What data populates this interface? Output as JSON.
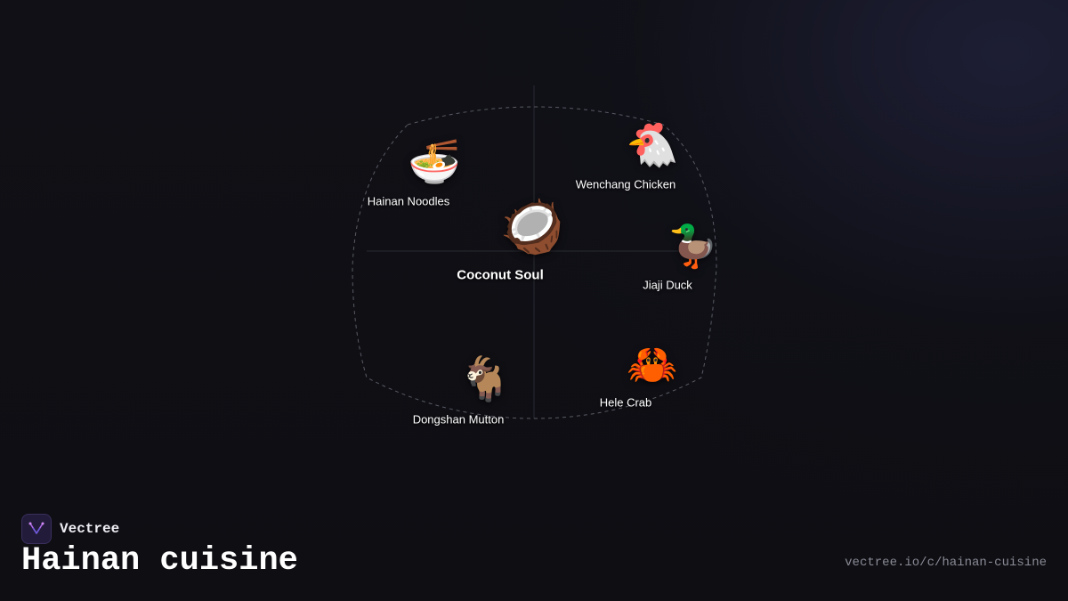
{
  "center": {
    "label": "Coconut Soul",
    "icon": "coconut-icon",
    "emoji": "🥥"
  },
  "items": [
    {
      "id": "hainan-noodles",
      "label": "Hainan Noodles",
      "icon": "noodle-bowl-icon",
      "emoji": "🍜"
    },
    {
      "id": "wenchang-chicken",
      "label": "Wenchang Chicken",
      "icon": "chicken-icon",
      "emoji": "🐔"
    },
    {
      "id": "jiaji-duck",
      "label": "Jiaji Duck",
      "icon": "duck-icon",
      "emoji": "🦆"
    },
    {
      "id": "hele-crab",
      "label": "Hele Crab",
      "icon": "crab-icon",
      "emoji": "🦀"
    },
    {
      "id": "dongshan-mutton",
      "label": "Dongshan Mutton",
      "icon": "goat-icon",
      "emoji": "🐐"
    }
  ],
  "footer": {
    "brand": "Vectree",
    "brand_icon": "vectree-logo-icon",
    "title": "Hainan cuisine",
    "url": "vectree.io/c/hainan-cuisine"
  },
  "colors": {
    "background": "#0f0f14",
    "logo_accent": "#b06ae8",
    "outline": "#5a5a66"
  }
}
